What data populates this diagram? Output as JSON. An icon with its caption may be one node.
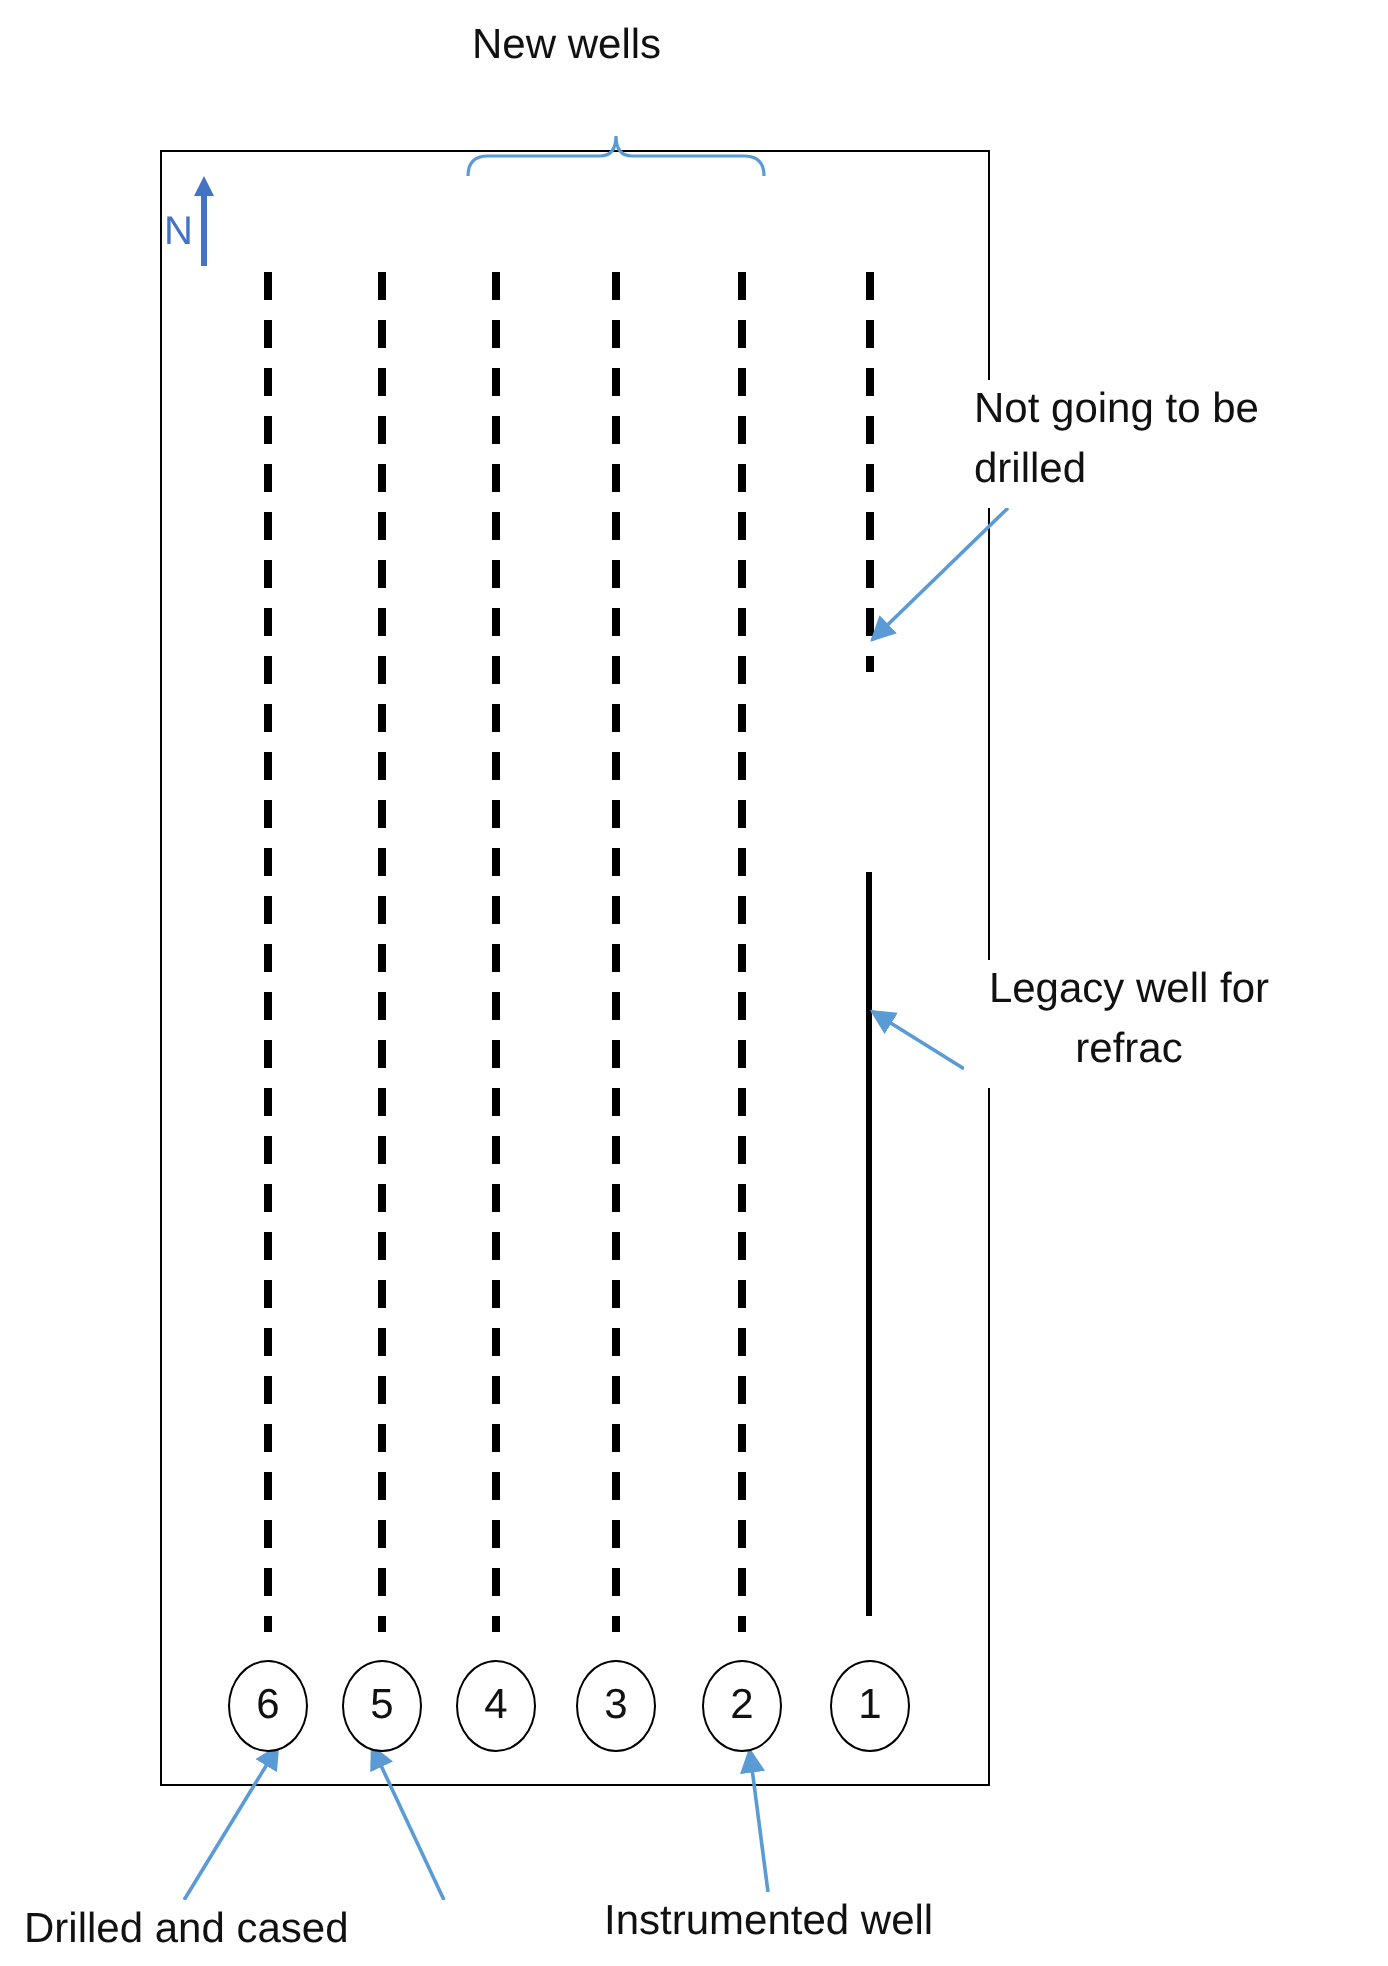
{
  "diagram": {
    "nodes": [
      {
        "text": [],
        "shape": "box"
      },
      {
        "text": [
          "6"
        ],
        "in": 0
      },
      {
        "text": [
          "5"
        ],
        "in": 0
      },
      {
        "text": [
          "4"
        ],
        "in": 0
      },
      {
        "text": [
          "3"
        ],
        "in": 0
      },
      {
        "text": [
          "2"
        ],
        "in": 0
      },
      {
        "text": [
          "1"
        ],
        "in": 0
      },
      {
        "text": [],
        "shape": "bar",
        "in": 0
      },
      {
        "text": [],
        "shape": "bar",
        "in": 0
      },
      {
        "text": [],
        "shape": "bar",
        "in": 0
      },
      {
        "text": [],
        "shape": "bar",
        "in": 0
      },
      {
        "text": [],
        "shape": "bar",
        "in": 0
      },
      {
        "text": [],
        "shape": "bar",
        "in": 0
      },
      {
        "text": [],
        "shape": "bar",
        "in": 0
      },
      {
        "text": [
          "Not going to be drilled"
        ]
      },
      {
        "text": [
          "Legacy well for refrac"
        ]
      },
      {
        "text": [
          "Drilled and cased"
        ]
      },
      {
        "text": [
          "Instrumented well"
        ]
      }
    ],
    "edges": [
      {
        "from": 14,
        "to": 12,
        "arrow": "to"
      },
      {
        "from": 15,
        "to": 13,
        "arrow": "to"
      },
      {
        "from": 16,
        "to": 1,
        "arrow": "to"
      },
      {
        "from": 16,
        "to": 2,
        "arrow": "to"
      },
      {
        "from": 17,
        "to": 5,
        "arrow": "to"
      }
    ],
    "labels": [
      "New wells",
      "N"
    ]
  }
}
